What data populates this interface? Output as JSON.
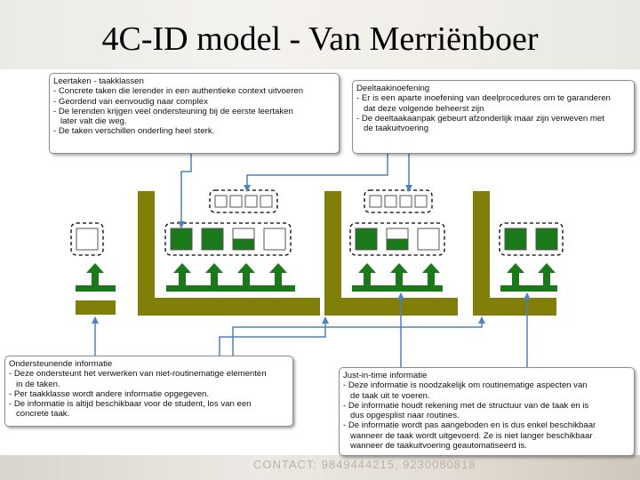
{
  "title": "4C-ID model - Van Merriënboer",
  "footer_text": "CONTACT: 9849444215, 9230080818",
  "boxes": {
    "leertaken": {
      "heading": "Leertaken - taakklassen",
      "lines": [
        "- Concrete taken die lerender in een authentieke context uitvoeren",
        "- Geordend van eenvoudig naar complex",
        "- De lerenden krijgen veel ondersteuning bij de eerste leertaken",
        "later valt die weg.",
        "- De taken verschillen onderling heel sterk."
      ]
    },
    "deeltaak": {
      "heading": "Deeltaakinoefening",
      "lines": [
        "- Er is een aparte inoefening van deelprocedures om te garanderen",
        "dat deze volgende beheerst zijn",
        "- De deeltaakaanpak gebeurt afzonderlijk maar zijn verweven met",
        "de taakuitvoering"
      ]
    },
    "ondersteunend": {
      "heading": "Ondersteunende informatie",
      "lines": [
        "- Deze ondersteunt het verwerken van niet-routinematige elementen",
        "in de taken.",
        "- Per taakklasse wordt andere informatie opgegeven.",
        "- De informatie is altijd beschikbaar voor de student, los van een",
        "concrete taak."
      ]
    },
    "jit": {
      "heading": "Just-in-time informatie",
      "lines": [
        "- Deze informatie is noodzakelijk om routinematige aspecten van",
        "de taak uit te voeren.",
        "- De informatie houdt rekening met de structuur van de taak en is",
        "dus opgesplist naar routines.",
        "- De informatie wordt pas aangeboden en is dus enkel beschikbaar",
        "wanneer de taak wordt uitgevoerd. Ze is niet langer beschikbaar",
        "wanneer de taakuitvoering geautomatiseerd is."
      ]
    }
  },
  "task_classes": [
    {
      "task_fill_levels": [
        0
      ]
    },
    {
      "task_fill_levels": [
        1,
        1,
        0.5,
        0
      ]
    },
    {
      "task_fill_levels": [
        1,
        0.5,
        0
      ]
    },
    {
      "task_fill_levels": [
        1,
        1
      ]
    }
  ],
  "part_task_groups": [
    {
      "task_fill_levels": [
        0,
        0,
        0,
        0
      ]
    },
    {
      "task_fill_levels": [
        0,
        0,
        0,
        0
      ]
    }
  ],
  "colors": {
    "task_fill": "#1a7a1a",
    "arrow": "#1a7a1a",
    "bracket": "#7f7f0a",
    "connector": "#4f81bd",
    "box_border": "#8c8c8c"
  }
}
